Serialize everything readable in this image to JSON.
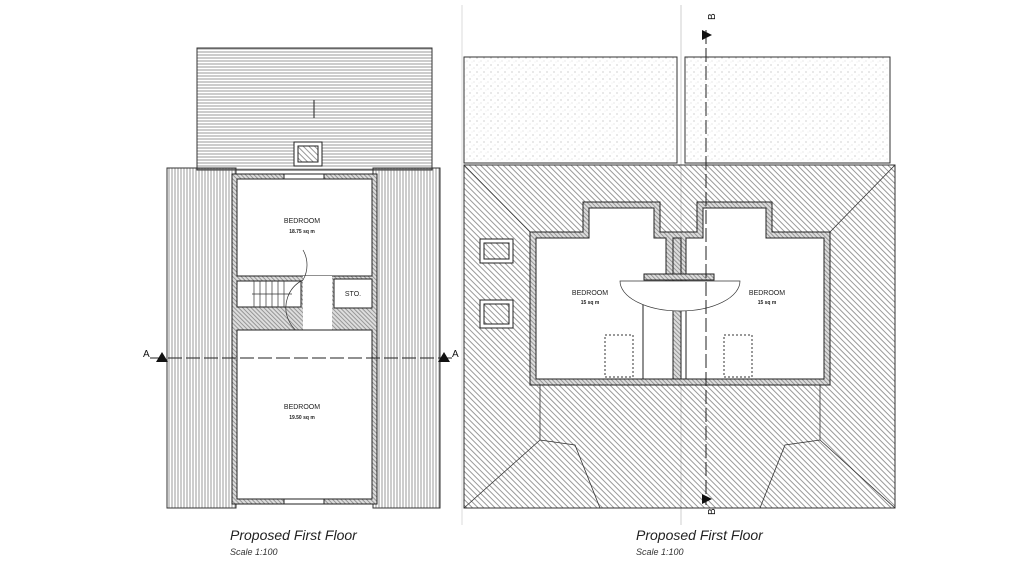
{
  "left_plan": {
    "title": "Proposed First Floor",
    "scale": "Scale 1:100",
    "rooms": [
      {
        "name": "BEDROOM",
        "area": "18.75 sq m"
      },
      {
        "name": "BEDROOM",
        "area": "19.50 sq m"
      }
    ],
    "store_label": "STO.",
    "section_marker": "A"
  },
  "right_plan": {
    "title": "Proposed First Floor",
    "scale": "Scale 1:100",
    "rooms": [
      {
        "name": "BEDROOM",
        "area": "15 sq m"
      },
      {
        "name": "BEDROOM",
        "area": "15 sq m"
      }
    ],
    "section_marker": "B"
  }
}
